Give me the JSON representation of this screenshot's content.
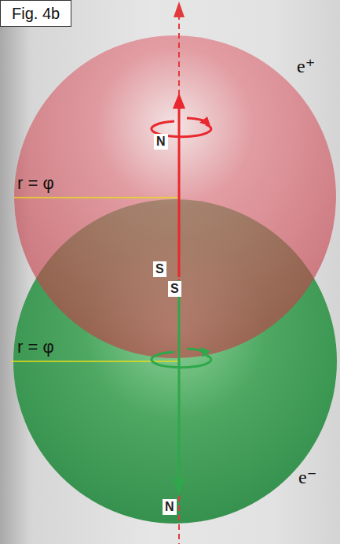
{
  "diagram": {
    "title": "Fig. 4b",
    "nodes": [
      {
        "text": [
          "e⁺"
        ]
      },
      {
        "text": [
          "e⁻"
        ]
      }
    ],
    "labels": [
      "N",
      "S",
      "S",
      "N",
      "r = φ",
      "r = φ"
    ]
  }
}
